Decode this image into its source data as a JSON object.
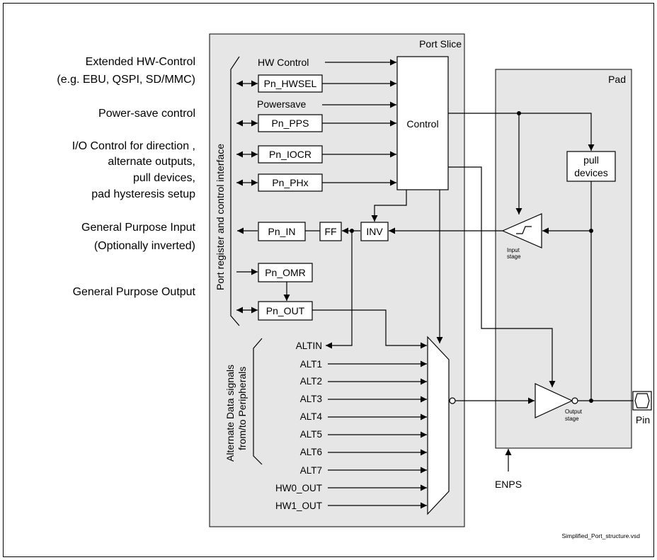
{
  "left_labels": {
    "ext_hw_1": "Extended HW-Control",
    "ext_hw_2": "(e.g. EBU, QSPI, SD/MMC)",
    "powersave": "Power-save control",
    "io_1": "I/O Control for direction ,",
    "io_2": "alternate outputs,",
    "io_3": "pull devices,",
    "io_4": "pad hysteresis setup",
    "gpi_1": "General Purpose Input",
    "gpi_2": "(Optionally  inverted)",
    "gpo": "General Purpose Output"
  },
  "port_slice": {
    "title": "Port Slice",
    "interface_label": "Port register and control interface",
    "hw_control": "HW Control",
    "powersave": "Powersave",
    "control": "Control",
    "registers": {
      "hwsel": "Pn_HWSEL",
      "pps": "Pn_PPS",
      "iocr": "Pn_IOCR",
      "phx": "Pn_PHx",
      "in": "Pn_IN",
      "omr": "Pn_OMR",
      "out": "Pn_OUT"
    },
    "ff": "FF",
    "inv": "INV",
    "alt_group_1": "Alternate Data signals",
    "alt_group_2": "from/to Peripherals",
    "alt_signals": [
      "ALTIN",
      "ALT1",
      "ALT2",
      "ALT3",
      "ALT4",
      "ALT5",
      "ALT6",
      "ALT7",
      "HW0_OUT",
      "HW1_OUT"
    ]
  },
  "pad": {
    "title": "Pad",
    "pull_1": "pull",
    "pull_2": "devices",
    "input_stage_1": "Input",
    "input_stage_2": "stage",
    "output_stage_1": "Output",
    "output_stage_2": "stage",
    "pin": "Pin",
    "enps": "ENPS"
  },
  "filename": "Simplified_Port_structure.vsd"
}
